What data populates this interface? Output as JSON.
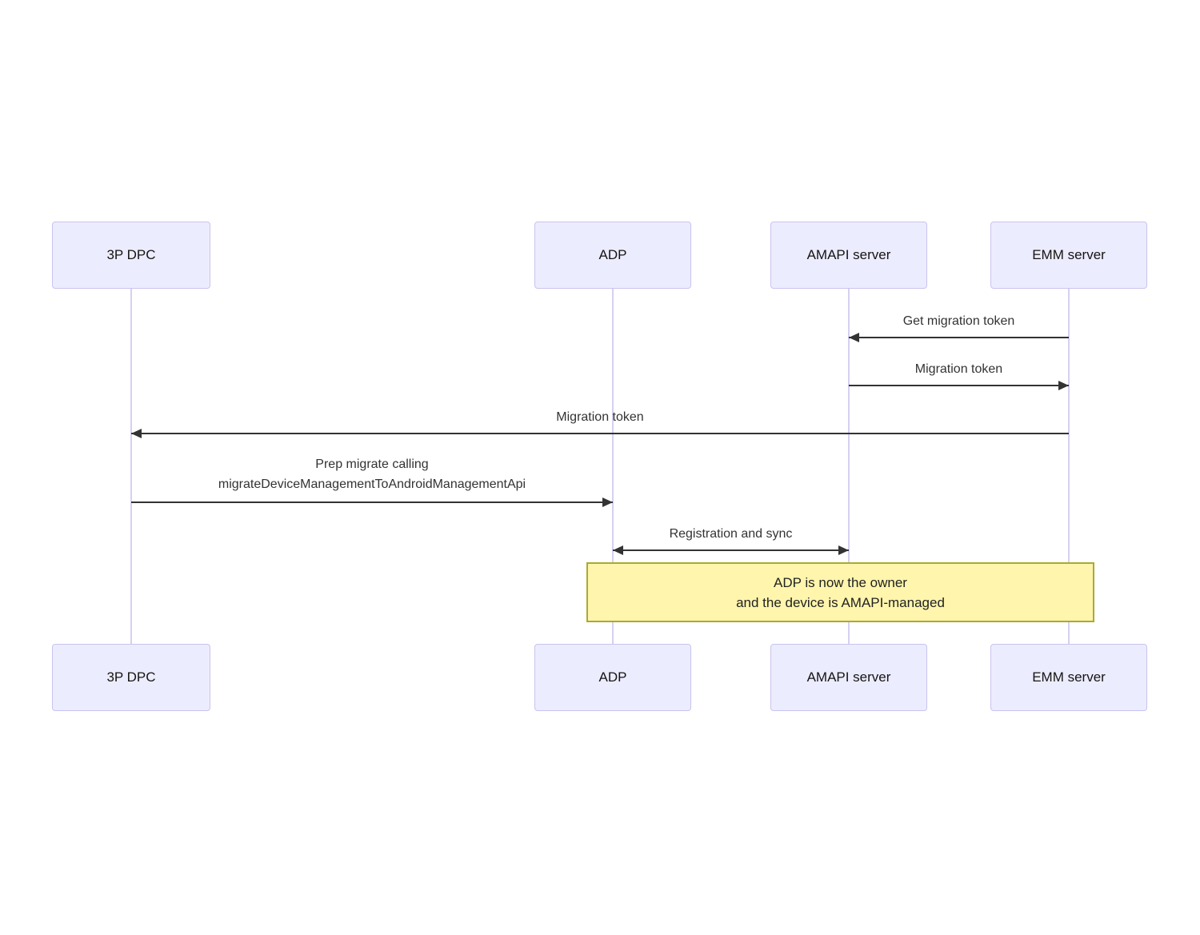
{
  "diagram": {
    "type": "sequence-diagram",
    "actors": [
      {
        "name": "3P DPC"
      },
      {
        "name": "ADP"
      },
      {
        "name": "AMAPI server"
      },
      {
        "name": "EMM server"
      }
    ],
    "messages": [
      {
        "label": "Get migration token",
        "from": "EMM server",
        "to": "AMAPI server",
        "arrow": "left"
      },
      {
        "label": "Migration token",
        "from": "AMAPI server",
        "to": "EMM server",
        "arrow": "right"
      },
      {
        "label": "Migration token",
        "from": "EMM server",
        "to": "3P DPC",
        "arrow": "left"
      },
      {
        "label_line1": "Prep migrate calling",
        "label_line2": "migrateDeviceManagementToAndroidManagementApi",
        "from": "3P DPC",
        "to": "ADP",
        "arrow": "right"
      },
      {
        "label": "Registration and sync",
        "from": "ADP",
        "to": "AMAPI server",
        "arrow": "both"
      }
    ],
    "note": {
      "line1": "ADP is now the owner",
      "line2": "and the device is AMAPI-managed",
      "spans": "ADP to EMM server"
    },
    "colors": {
      "actor_fill": "#ECECFF",
      "actor_border": "#C9C3EE",
      "lifeline": "#D6D0F0",
      "arrow": "#333333",
      "message_text": "#333333",
      "note_fill": "#FFF5AD",
      "note_border": "#AAAA33",
      "background": "#FFFFFF"
    }
  }
}
